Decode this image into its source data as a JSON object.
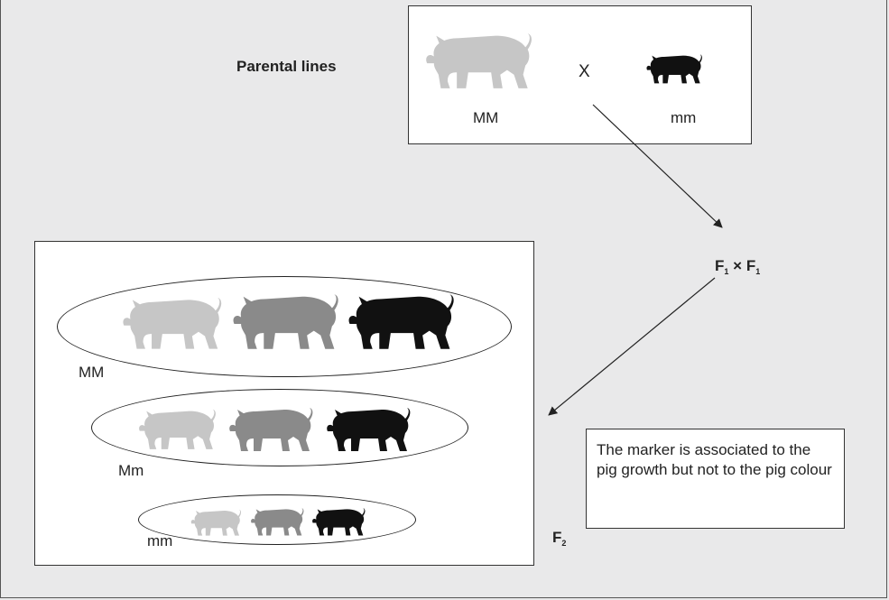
{
  "parental": {
    "label": "Parental lines",
    "cross_symbol": "X",
    "left_genotype": "MM",
    "right_genotype": "mm"
  },
  "f1": {
    "letter": "F",
    "sub": "1",
    "times": "×"
  },
  "f2": {
    "letter": "F",
    "sub": "2"
  },
  "offspring": {
    "groups": [
      {
        "genotype": "MM"
      },
      {
        "genotype": "Mm"
      },
      {
        "genotype": "mm"
      }
    ]
  },
  "note": "The marker is associated to the pig growth but not to the pig colour",
  "colors": {
    "light_pig": "#c6c6c6",
    "medium_pig": "#8a8a8a",
    "dark_pig": "#111111",
    "background": "#e9e9ea"
  },
  "icons": [
    "pig-light-icon",
    "pig-medium-icon",
    "pig-dark-icon"
  ]
}
